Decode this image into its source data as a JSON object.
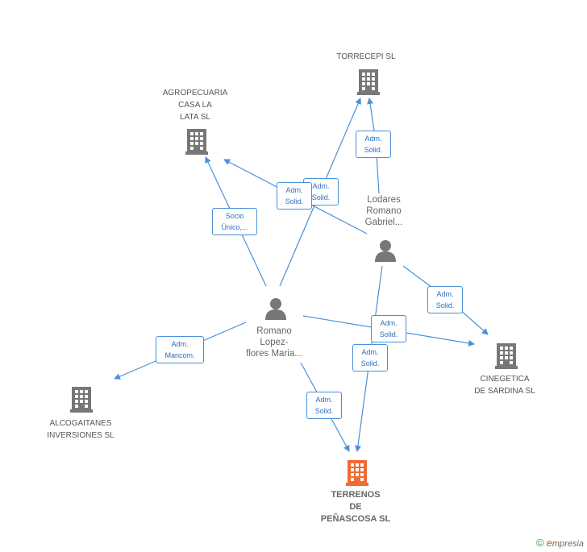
{
  "nodes": {
    "torrecepi": {
      "label": "TORRECEPI SL"
    },
    "agropecuaria": {
      "label": "AGROPECUARIA\nCASA LA\nLATA SL"
    },
    "lodares": {
      "label": "Lodares\nRomano\nGabriel..."
    },
    "romano": {
      "label": "Romano\nLopez-\nflores Maria..."
    },
    "cinegetica": {
      "label": "CINEGETICA\nDE SARDINA SL"
    },
    "alcogaitanes": {
      "label": "ALCOGAITANES\nINVERSIONES SL"
    },
    "terrenos": {
      "label": "TERRENOS\nDE\nPEÑASCOSA SL"
    }
  },
  "edge_labels": {
    "lodares_torrecepi": "Adm.\nSolid.",
    "romano_torrecepi": "Adm.\nSolid.",
    "lodares_agropecuaria": "Adm.\nSolid.",
    "romano_agropecuaria": "Socio\nÚnico,...",
    "lodares_cinegetica": "Adm.\nSolid.",
    "romano_cinegetica": "Adm.\nSolid.",
    "lodares_terrenos": "Adm.\nSolid.",
    "romano_alcogaitanes": "Adm.\nMancom.",
    "romano_terrenos": "Adm.\nSolid."
  },
  "colors": {
    "edge": "#4a90d9",
    "building": "#777777",
    "building_main": "#f06a35",
    "person": "#777777"
  },
  "brand": {
    "copyright": "©",
    "initial": "e",
    "rest": "mpresia"
  }
}
